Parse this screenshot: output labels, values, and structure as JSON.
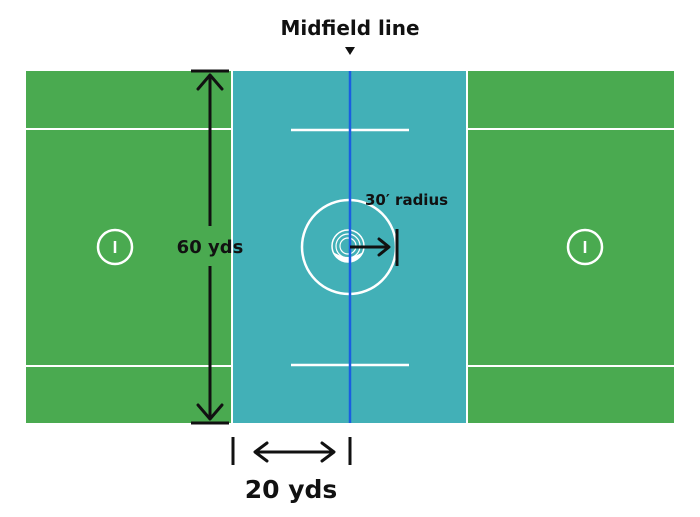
{
  "labels": {
    "midfield_line": "Midfield line",
    "width_dimension": "60 yds",
    "center_radius": "30′ radius",
    "zone_length": "20 yds"
  },
  "colors": {
    "field_green": "#4aaa50",
    "center_zone_teal": "#42b0b7",
    "line_white": "#ffffff",
    "midfield_line_blue": "#1a5ee0",
    "annotation_black": "#111111"
  }
}
